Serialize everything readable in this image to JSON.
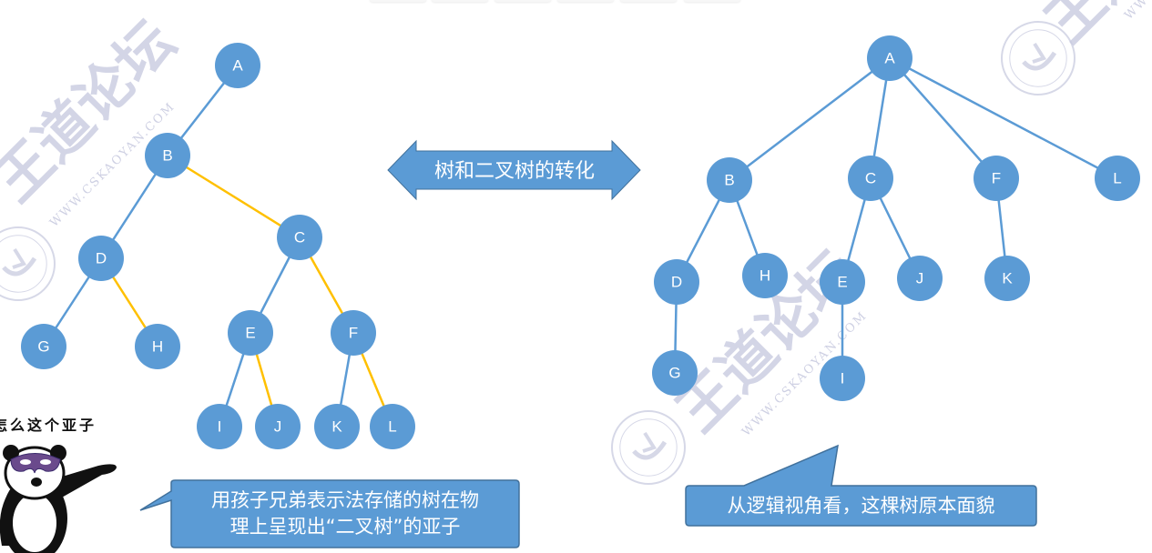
{
  "colors": {
    "node_fill": "#5b9bd5",
    "edge_child": "#5b9bd5",
    "edge_sibling": "#ffc000",
    "callout_fill": "#5b9bd5",
    "callout_stroke": "#41719c",
    "watermark": "#c9cbe0"
  },
  "center_arrow": {
    "label": "树和二叉树的转化"
  },
  "left_tree": {
    "nodes": [
      "A",
      "B",
      "C",
      "D",
      "E",
      "F",
      "G",
      "H",
      "I",
      "J",
      "K",
      "L"
    ],
    "child_edges": [
      [
        "A",
        "B"
      ],
      [
        "B",
        "D"
      ],
      [
        "D",
        "G"
      ],
      [
        "C",
        "E"
      ],
      [
        "E",
        "I"
      ],
      [
        "F",
        "K"
      ]
    ],
    "sibling_edges": [
      [
        "B",
        "C"
      ],
      [
        "D",
        "H"
      ],
      [
        "C",
        "F"
      ],
      [
        "E",
        "J"
      ],
      [
        "F",
        "L"
      ]
    ]
  },
  "right_tree": {
    "nodes": [
      "A",
      "B",
      "C",
      "F",
      "L",
      "D",
      "H",
      "E",
      "J",
      "K",
      "G",
      "I"
    ],
    "edges": [
      [
        "A",
        "B"
      ],
      [
        "A",
        "C"
      ],
      [
        "A",
        "F"
      ],
      [
        "A",
        "L"
      ],
      [
        "B",
        "D"
      ],
      [
        "B",
        "H"
      ],
      [
        "C",
        "E"
      ],
      [
        "C",
        "J"
      ],
      [
        "F",
        "K"
      ],
      [
        "D",
        "G"
      ],
      [
        "E",
        "I"
      ]
    ]
  },
  "meme": {
    "caption": "怎么这个亚子",
    "icon": "panda-meme-icon"
  },
  "callouts": {
    "left": {
      "line1": "用孩子兄弟表示法存储的树在物",
      "line2": "理上呈现出“二叉树”的亚子"
    },
    "right": {
      "text": "从逻辑视角看，这棵树原本面貌"
    }
  },
  "watermark": {
    "brand": "王道论坛",
    "url": "WWW.CSKAOYAN.COM"
  }
}
